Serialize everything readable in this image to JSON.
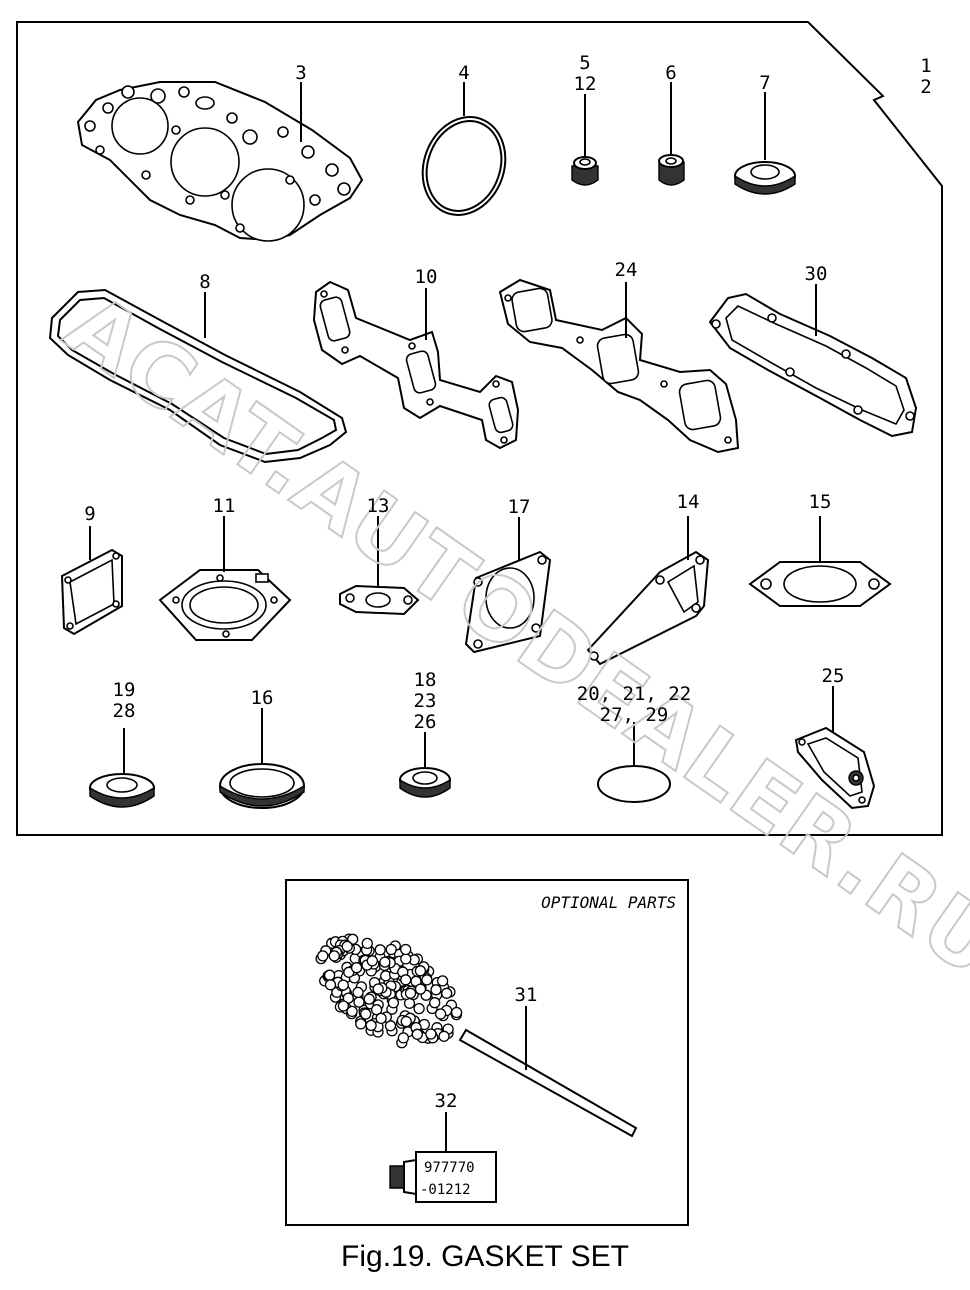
{
  "watermark": "ACAT.AUTODEALER.RU",
  "callouts": {
    "c3": "3",
    "c4": "4",
    "c5": "5",
    "c12": "12",
    "c6": "6",
    "c7": "7",
    "c1": "1",
    "c2": "2",
    "c8": "8",
    "c10": "10",
    "c24": "24",
    "c30": "30",
    "c9": "9",
    "c11": "11",
    "c13": "13",
    "c17": "17",
    "c14": "14",
    "c15": "15",
    "c19": "19",
    "c28": "28",
    "c16": "16",
    "c18": "18",
    "c23": "23",
    "c26": "26",
    "c20_22": "20, 21, 22",
    "c27_29": "27, 29",
    "c25": "25",
    "c31": "31",
    "c32": "32"
  },
  "optional_box": {
    "title": "OPTIONAL PARTS",
    "tube_line1": "977770",
    "tube_line2": "-01212"
  },
  "caption": "Fig.19.  GASKET SET"
}
